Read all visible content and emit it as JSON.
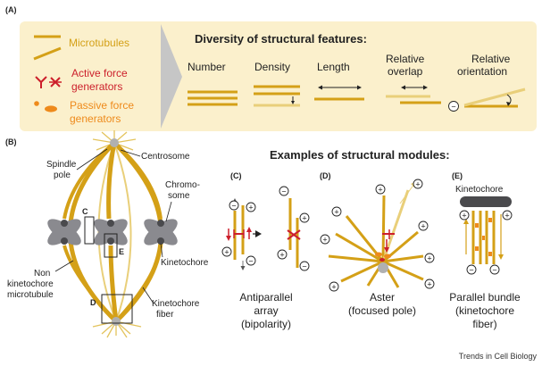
{
  "colors": {
    "microtubule": "#d4a017",
    "microtubule_light": "#e9cf7a",
    "active": "#cc1f2b",
    "passive": "#ee8a1b",
    "panel_bg": "#fbf0cc",
    "arrow_gray": "#c6c6c6",
    "centrosome": "#b0b0b0",
    "chromosome": "#8a8a8f",
    "kinetochore": "#4a4a4d"
  },
  "panel_a": {
    "tag": "(A)",
    "legend": {
      "microtubules": "Microtubules",
      "active_line1": "Active force",
      "active_line2": "generators",
      "passive_line1": "Passive force",
      "passive_line2": "generators"
    },
    "title": "Diversity of structural features:",
    "features": {
      "number": "Number",
      "density": "Density",
      "length": "Length",
      "overlap_line1": "Relative",
      "overlap_line2": "overlap",
      "orient_line1": "Relative",
      "orient_line2": "orientation"
    }
  },
  "panel_b": {
    "tag": "(B)",
    "centrosome": "Centrosome",
    "spindle_pole_line1": "Spindle",
    "spindle_pole_line2": "pole",
    "chromosome_line1": "Chromo-",
    "chromosome_line2": "some",
    "kinetochore": "Kinetochore",
    "nonkt_line1": "Non",
    "nonkt_line2": "kinetochore",
    "nonkt_line3": "microtubule",
    "ktfiber_line1": "Kinetochore",
    "ktfiber_line2": "fiber",
    "box_c": "C",
    "box_d": "D",
    "box_e": "E"
  },
  "modules": {
    "title": "Examples of structural modules:",
    "c_tag": "(C)",
    "d_tag": "(D)",
    "e_tag": "(E)",
    "c_line1": "Antiparallel",
    "c_line2": "array",
    "c_line3": "(bipolarity)",
    "d_line1": "Aster",
    "d_line2": "(focused pole)",
    "e_kinetochore": "Kinetochore",
    "e_line1": "Parallel bundle",
    "e_line2": "(kinetochore",
    "e_line3": "fiber)"
  },
  "polarity": {
    "plus": "+",
    "minus": "−"
  },
  "footer": "Trends in Cell Biology"
}
